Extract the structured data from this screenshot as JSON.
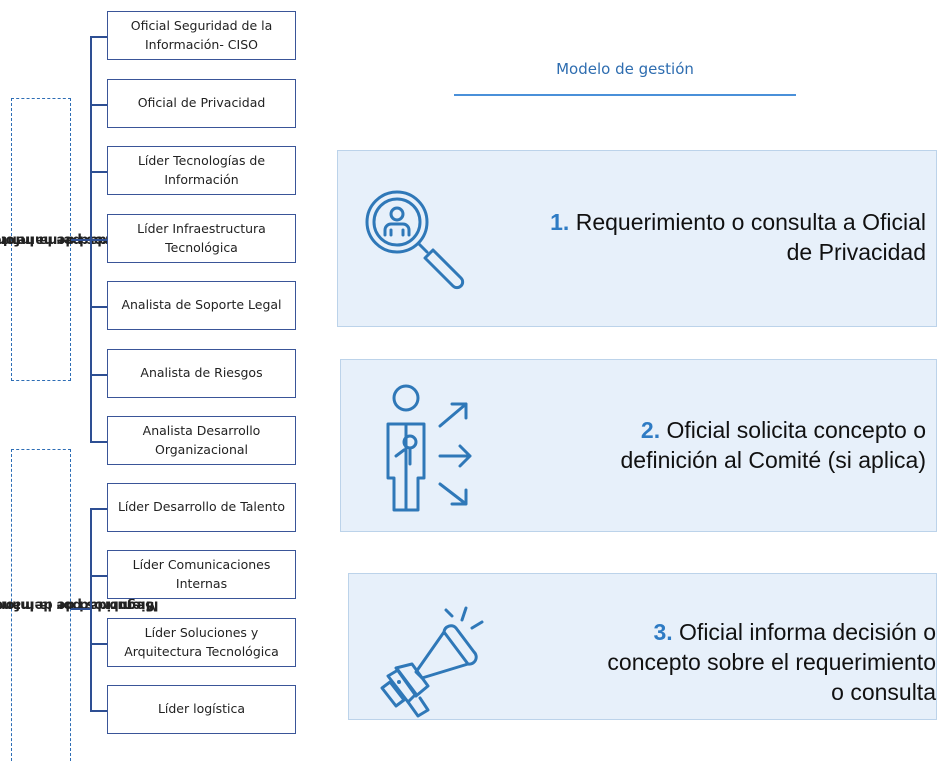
{
  "header": {
    "title": "Modelo de gestión"
  },
  "permanent_group": {
    "label_line1": "Miembros permanentes Comité de",
    "label_line2": "Seguridad de la Información",
    "roles": [
      "Oficial Seguridad de la Información- CISO",
      "Oficial de Privacidad",
      "Líder Tecnologías de Información",
      "Líder Infraestructura Tecnológica",
      "Analista de Soporte Legal",
      "Analista de Riesgos",
      "Analista Desarrollo Organizacional"
    ]
  },
  "demand_group": {
    "label_line1": "Miembros por demanda Comité de",
    "label_line2": "Seguridad de la Información",
    "roles": [
      "Líder Desarrollo de Talento",
      "Líder Comunicaciones Internas",
      "Líder Soluciones y Arquitectura Tecnológica",
      "Líder logística"
    ]
  },
  "steps": [
    {
      "num": "1.",
      "line1": "Requerimiento o consulta a Oficial",
      "line2": "de Privacidad",
      "line3": "",
      "icon": "magnifier-person-icon"
    },
    {
      "num": "2.",
      "line1": "Oficial solicita concepto o",
      "line2": "definición al Comité (si aplica)",
      "line3": "",
      "icon": "person-arrows-icon"
    },
    {
      "num": "3.",
      "line1": "Oficial informa decisión o",
      "line2": "concepto sobre el requerimiento",
      "line3": "o consulta",
      "icon": "megaphone-icon"
    }
  ],
  "colors": {
    "box_border": "#3a5598",
    "dashed": "#2d6db5",
    "accent": "#2e7bc4",
    "step_bg": "#e7f0fa",
    "icon": "#2f78b8"
  }
}
